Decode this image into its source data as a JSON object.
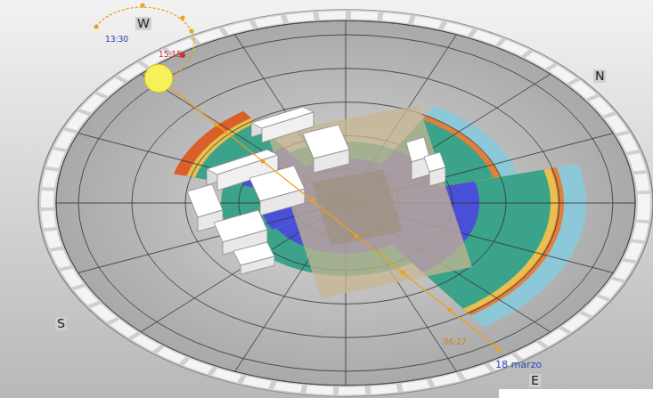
{
  "diagram": {
    "labels": [
      "W",
      "N",
      "S",
      "E",
      "13:30",
      "15:15",
      "06:27",
      "18 marzo"
    ]
  }
}
